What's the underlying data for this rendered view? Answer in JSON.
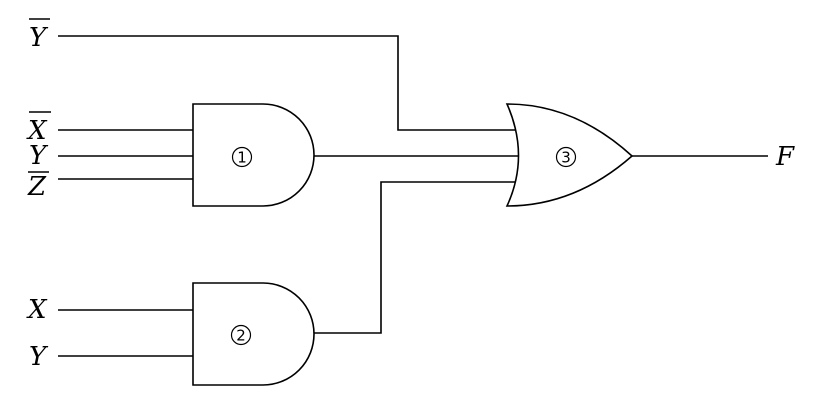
{
  "inputs": {
    "y_bar_top": "Y",
    "x_bar": "X",
    "y_mid": "Y",
    "z_bar": "Z",
    "x_low": "X",
    "y_low": "Y"
  },
  "output": "F",
  "gates": {
    "gate1": "1",
    "gate2": "2",
    "gate3": "3"
  }
}
